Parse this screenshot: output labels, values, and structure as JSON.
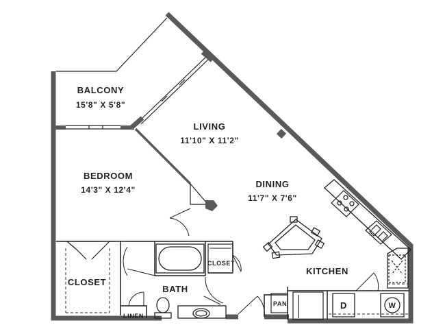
{
  "rooms": {
    "balcony": {
      "name": "BALCONY",
      "dims": "15'8\" X 5'8\""
    },
    "living": {
      "name": "LIVING",
      "dims": "11'10\" X 11'2\""
    },
    "bedroom": {
      "name": "BEDROOM",
      "dims": "14'3\" X 12'4\""
    },
    "dining": {
      "name": "DINING",
      "dims": "11'7\" X 7'6\""
    },
    "closet": {
      "name": "CLOSET"
    },
    "bath": {
      "name": "BATH"
    },
    "kitchen": {
      "name": "KITCHEN"
    }
  },
  "fixtures": {
    "bath_closet": "CLOSET",
    "linen": "LINEN",
    "pantry": "PAN",
    "dryer": "D",
    "washer": "W"
  },
  "colors": {
    "wall": "#58595b",
    "line": "#231f20",
    "text": "#231f20",
    "background": "#ffffff"
  }
}
